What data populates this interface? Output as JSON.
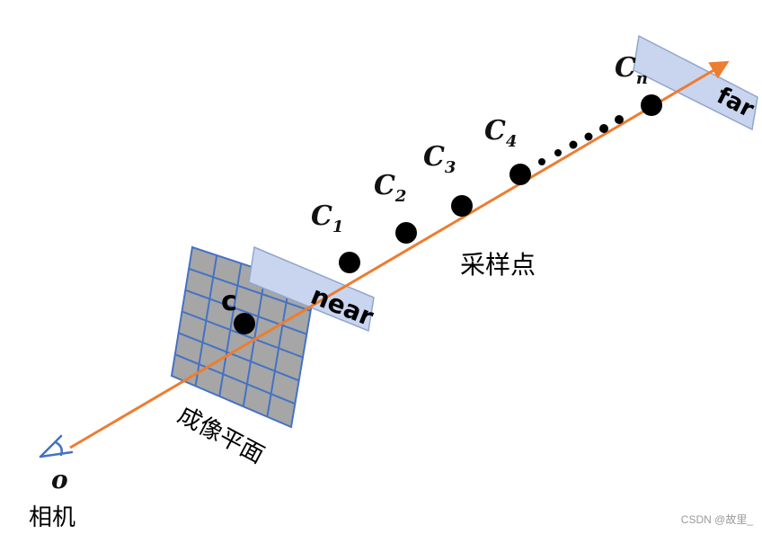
{
  "labels": {
    "origin": "o",
    "camera": "相机",
    "image_plane": "成像平面",
    "pixel": "c",
    "near": "near",
    "far": "far",
    "samples": "采样点",
    "c1_base": "C",
    "c1_sub": "1",
    "c2_base": "C",
    "c2_sub": "2",
    "c3_base": "C",
    "c3_sub": "3",
    "c4_base": "C",
    "c4_sub": "4",
    "cn_base": "C",
    "cn_sub": "n"
  },
  "watermark": "CSDN @故里_",
  "colors": {
    "ray": "#ed7d31",
    "grid_fill": "#a6a6a6",
    "grid_line": "#4472c4",
    "plane_fill": "#c9d5ee",
    "plane_stroke": "#8fa6cf",
    "point": "#000000"
  }
}
